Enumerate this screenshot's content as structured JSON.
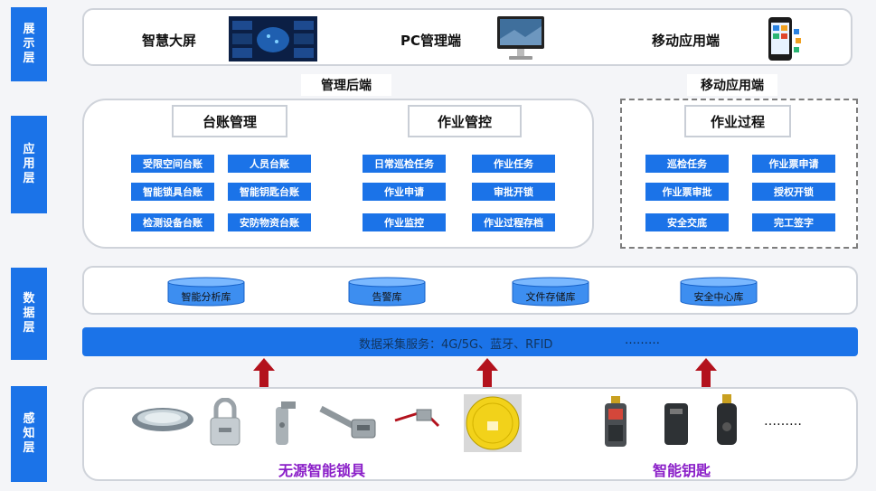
{
  "layers": [
    "展示层",
    "应用层",
    "数据层",
    "感知层"
  ],
  "display": [
    {
      "label": "智慧大屏",
      "icon": "dashboard-screen-icon"
    },
    {
      "label": "PC管理端",
      "icon": "monitor-icon"
    },
    {
      "label": "移动应用端",
      "icon": "smartphone-icon"
    }
  ],
  "sections": {
    "backend_label": "管理后端",
    "mobile_label": "移动应用端"
  },
  "ledger": {
    "title": "台账管理",
    "items": [
      "受限空间台账",
      "人员台账",
      "智能锁具台账",
      "智能钥匙台账",
      "检测设备台账",
      "安防物资台账"
    ]
  },
  "control": {
    "title": "作业管控",
    "items": [
      "日常巡检任务",
      "作业任务",
      "作业申请",
      "审批开锁",
      "作业监控",
      "作业过程存档"
    ]
  },
  "process": {
    "title": "作业过程",
    "items": [
      "巡检任务",
      "作业票申请",
      "作业票审批",
      "授权开锁",
      "安全交底",
      "完工签字"
    ]
  },
  "databases": [
    "智能分析库",
    "告警库",
    "文件存储库",
    "安全中心库"
  ],
  "collection": {
    "text": "数据采集服务：4G/5G、蓝牙、RFID",
    "ellipsis": "………"
  },
  "devices": {
    "locks_label": "无源智能锁具",
    "keys_label": "智能钥匙",
    "ellipsis": "………"
  },
  "colors": {
    "accent": "#1b73e8",
    "arrow": "#b3121d",
    "device_label": "#8a1ec8"
  }
}
